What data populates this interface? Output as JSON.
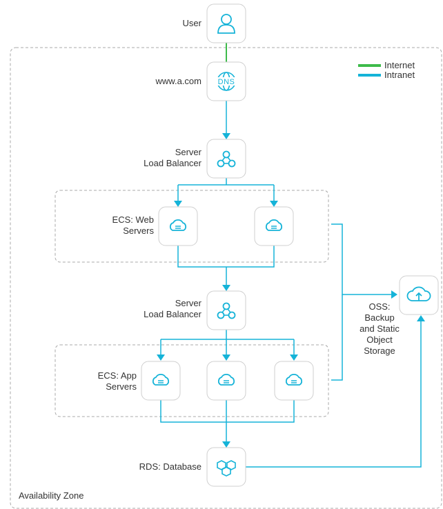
{
  "colors": {
    "intranet": "#15b3d8",
    "internet": "#3dbb4a",
    "dashed": "#aaaaaa",
    "icon_border": "#cfcfcf"
  },
  "legend": {
    "internet": "Internet",
    "intranet": "Intranet"
  },
  "zone_label": "Availability Zone",
  "nodes": {
    "user": {
      "label": "User",
      "icon": "user-icon"
    },
    "dns": {
      "label": "www.a.com",
      "icon": "dns-icon",
      "icon_text": "DNS"
    },
    "slb1": {
      "label_line1": "Server",
      "label_line2": "Load Balancer",
      "icon": "load-balancer-icon"
    },
    "web": {
      "label_line1": "ECS: Web",
      "label_line2": "Servers",
      "icon": "cloud-server-icon"
    },
    "slb2": {
      "label_line1": "Server",
      "label_line2": "Load Balancer",
      "icon": "load-balancer-icon"
    },
    "app": {
      "label_line1": "ECS: App",
      "label_line2": "Servers",
      "icon": "cloud-server-icon"
    },
    "rds": {
      "label": "RDS: Database",
      "icon": "database-hexagons-icon"
    },
    "oss": {
      "label_lines": [
        "OSS:",
        "Backup",
        "and Static",
        "Object",
        "Storage"
      ],
      "icon": "cloud-upload-icon"
    }
  }
}
